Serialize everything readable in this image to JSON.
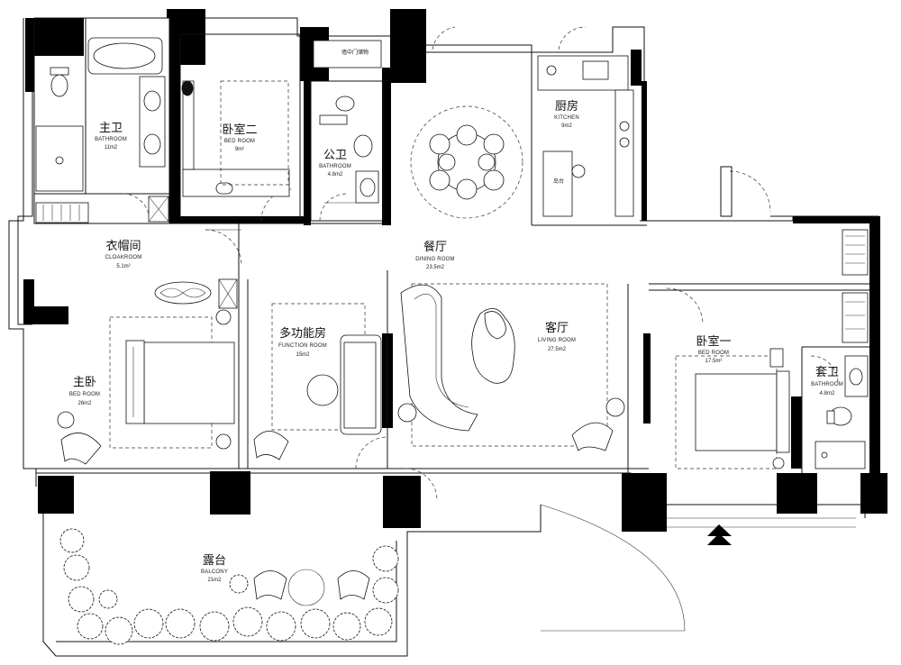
{
  "rooms": [
    {
      "id": "master-bath",
      "cn": "主卫",
      "en": "BATHROOM",
      "area": "11m2"
    },
    {
      "id": "bedroom-2",
      "cn": "卧室二",
      "en": "BED ROOM",
      "area": "9m²"
    },
    {
      "id": "public-bath",
      "cn": "公卫",
      "en": "BATHROOM",
      "area": "4.8m2"
    },
    {
      "id": "kitchen",
      "cn": "厨房",
      "en": "KITCHEN",
      "area": "9m2"
    },
    {
      "id": "cloakroom",
      "cn": "衣帽间",
      "en": "CLOAKROOM",
      "area": "5.1m²"
    },
    {
      "id": "dining",
      "cn": "餐厅",
      "en": "DINING ROOM",
      "area": "23.5m2"
    },
    {
      "id": "function-room",
      "cn": "多功能房",
      "en": "FUNCTION ROOM",
      "area": "15m2"
    },
    {
      "id": "living",
      "cn": "客厅",
      "en": "LIVING ROOM",
      "area": "27.5m2"
    },
    {
      "id": "bedroom-1",
      "cn": "卧室一",
      "en": "BED ROOM",
      "area": "17.5m²"
    },
    {
      "id": "ensuite",
      "cn": "套卫",
      "en": "BATHROOM",
      "area": "4.8m2"
    },
    {
      "id": "master-bed",
      "cn": "主卧",
      "en": "BED ROOM",
      "area": "26m2"
    },
    {
      "id": "balcony",
      "cn": "露台",
      "en": "BALCONY",
      "area": "21m2"
    }
  ],
  "small_labels": {
    "public_bath_cabinet": "墙中门储物",
    "kitchen_island": "岛台"
  }
}
